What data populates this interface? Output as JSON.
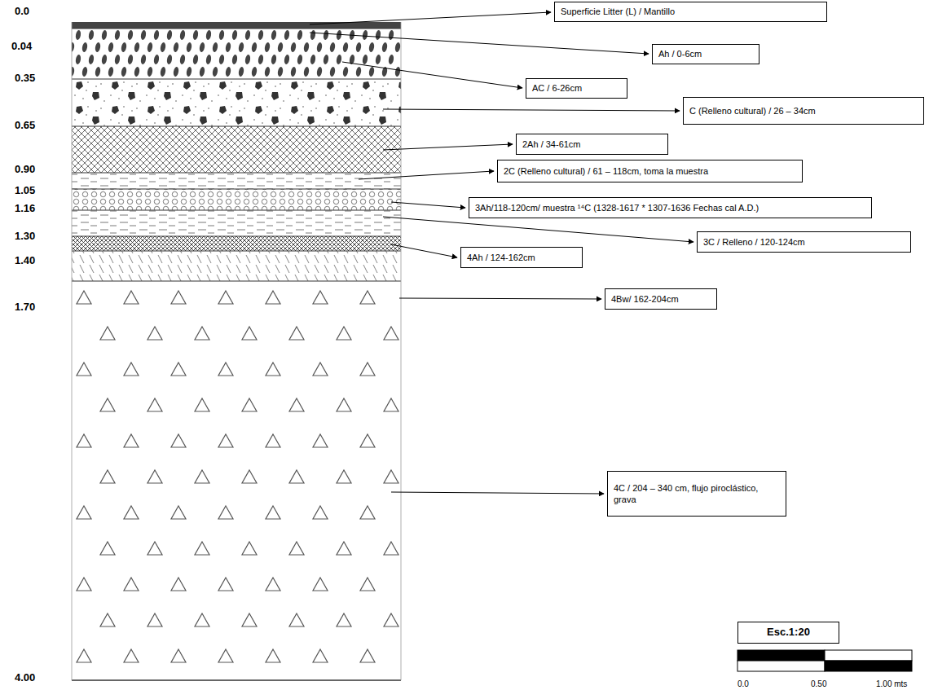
{
  "diagram": {
    "nodes": [
      {
        "text": [
          "Superficie Litter (L) / Mantillo"
        ]
      },
      {
        "text": [
          "Ah / 0-6cm"
        ]
      },
      {
        "text": [
          "AC / 6-26cm"
        ]
      },
      {
        "text": [
          "C (Relleno cultural) / 26 – 34cm"
        ]
      },
      {
        "text": [
          "2Ah / 34-61cm"
        ]
      },
      {
        "text": [
          "2C (Relleno cultural) / 61 – 118cm, toma la muestra"
        ]
      },
      {
        "text": [
          "3Ah/118-120cm/ muestra ¹⁴C (1328-1617 * 1307-1636 Fechas cal A.D.)"
        ]
      },
      {
        "text": [
          "3C / Relleno / 120-124cm"
        ]
      },
      {
        "text": [
          "4Ah / 124-162cm"
        ]
      },
      {
        "text": [
          "4Bw/ 162-204cm"
        ]
      },
      {
        "text": [
          "4C / 204 – 340 cm, flujo piroclástico, grava"
        ]
      },
      {
        "text": [
          "Esc.1:20"
        ]
      }
    ],
    "labels": [
      "0.0",
      "0.04",
      "0.35",
      "0.65",
      "0.90",
      "1.05",
      "1.16",
      "1.30",
      "1.40",
      "1.70",
      "4.00",
      "0.0",
      "0.50",
      "1.00 mts"
    ]
  }
}
